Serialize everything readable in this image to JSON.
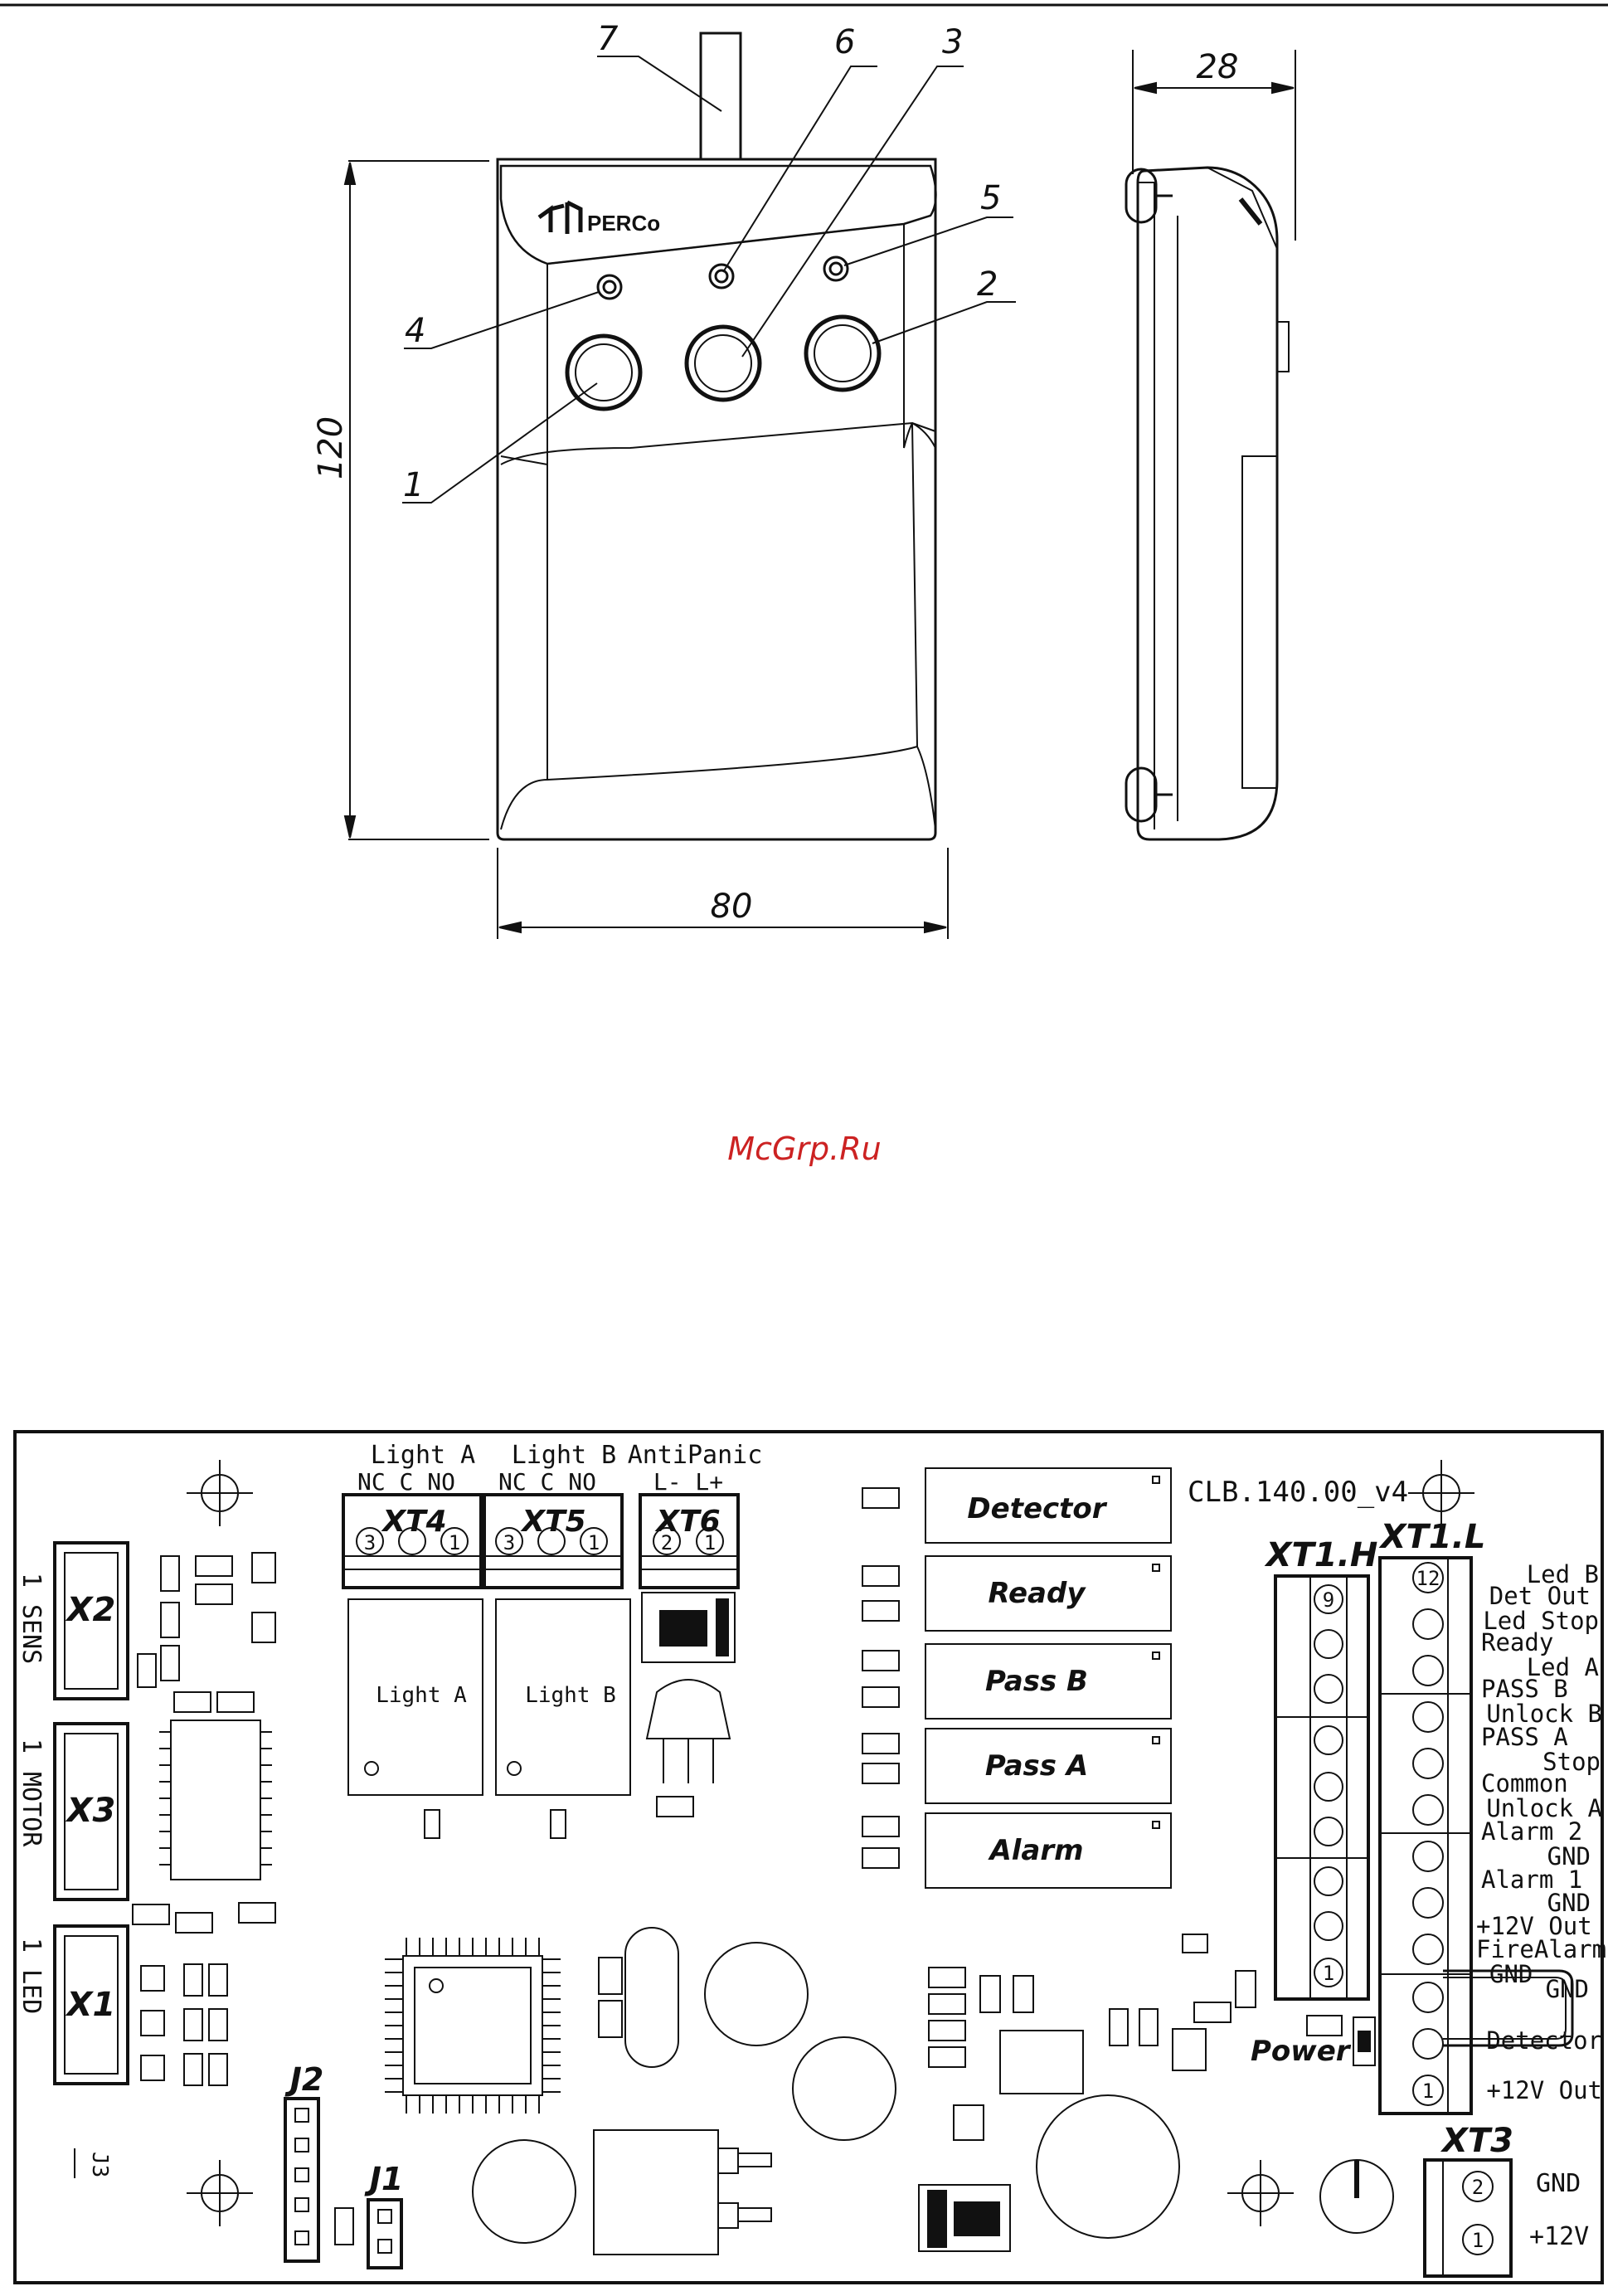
{
  "drawing": {
    "brand": "PERCo",
    "dimensions": {
      "height": "120",
      "width": "80",
      "depth": "28"
    },
    "callouts": [
      "1",
      "2",
      "3",
      "4",
      "5",
      "6",
      "7"
    ]
  },
  "watermark": "McGrp.Ru",
  "board": {
    "board_id": "CLB.140.00_v4",
    "left_connectors": [
      {
        "name": "X2",
        "pin1": "1",
        "label": "SENS"
      },
      {
        "name": "X3",
        "pin1": "1",
        "label": "MOTOR"
      },
      {
        "name": "X1",
        "pin1": "1",
        "label": "LED"
      }
    ],
    "j3": "J3",
    "terminal_groups": [
      {
        "title": "Light A",
        "pins": "NC  C  NO",
        "name": "XT4",
        "pin_nums": [
          "3",
          "",
          "1"
        ]
      },
      {
        "title": "Light B",
        "pins": "NC  C  NO",
        "name": "XT5",
        "pin_nums": [
          "3",
          "",
          "1"
        ]
      },
      {
        "title": "AntiPanic",
        "pins": "L-  L+",
        "name": "XT6",
        "pin_nums": [
          "2",
          "1"
        ]
      }
    ],
    "relays": [
      "Light A",
      "Light B"
    ],
    "indicators": [
      "Detector",
      "Ready",
      "Pass B",
      "Pass A",
      "Alarm"
    ],
    "xt1h": {
      "name": "XT1.H",
      "top": "9",
      "bottom": "1"
    },
    "xt1l": {
      "name": "XT1.L",
      "top": "12",
      "bottom": "1",
      "signals": [
        "Led B",
        "Det Out",
        "Led Stop",
        "Ready",
        "Led A",
        "PASS B",
        "Unlock B",
        "PASS A",
        "Stop",
        "Common",
        "Unlock A",
        "Alarm 2",
        "GND",
        "Alarm 1",
        "GND",
        "+12V Out",
        "FireAlarm",
        "GND",
        "GND",
        "Detector",
        "+12V Out"
      ]
    },
    "power_label": "Power",
    "xt3": {
      "name": "XT3",
      "pins": [
        "2",
        "1"
      ],
      "labels": [
        "GND",
        "+12V"
      ]
    },
    "jumpers": [
      "J2",
      "J1"
    ]
  },
  "colors": {
    "line": "#111111",
    "watermark": "#cc2222"
  }
}
